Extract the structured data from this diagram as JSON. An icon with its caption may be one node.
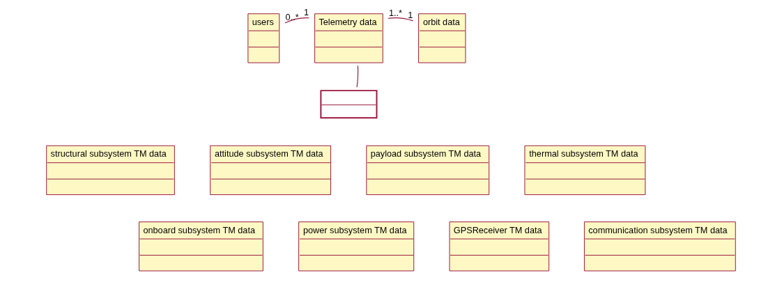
{
  "diagram": {
    "nodes": [
      {
        "text": [
          "users"
        ]
      },
      {
        "text": [
          "Telemetry data"
        ]
      },
      {
        "text": [
          "orbit data"
        ]
      },
      {
        "text": [],
        "shape": "box"
      },
      {
        "text": [
          "structural subsystem TM data"
        ]
      },
      {
        "text": [
          "attitude subsystem TM data"
        ]
      },
      {
        "text": [
          "payload subsystem TM data"
        ]
      },
      {
        "text": [
          "thermal subsystem TM data"
        ]
      },
      {
        "text": [
          "onboard subsystem TM data"
        ]
      },
      {
        "text": [
          "power subsystem TM data"
        ]
      },
      {
        "text": [
          "GPSReceiver TM data"
        ]
      },
      {
        "text": [
          "communication subsystem TM data"
        ]
      }
    ],
    "edges": [
      {
        "from": 0,
        "to": 1,
        "arrow": "none"
      },
      {
        "from": 1,
        "to": 2,
        "arrow": "none"
      },
      {
        "from": 1,
        "to": 3,
        "arrow": "none"
      }
    ],
    "labels": [
      "0..*",
      "1",
      "1..*",
      "1"
    ]
  }
}
